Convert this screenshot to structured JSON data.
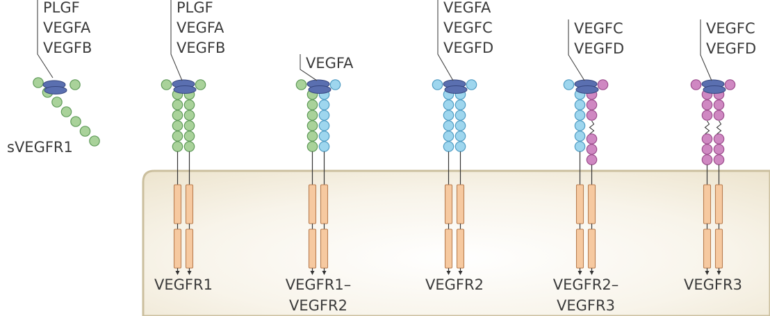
{
  "colors": {
    "green": "#a9d29a",
    "green_stroke": "#5f9a59",
    "blue": "#9ed6ee",
    "blue_stroke": "#4f9cc3",
    "pink": "#cf88c2",
    "pink_stroke": "#9b4c8c",
    "ligand": "#5a6fb0",
    "ligand_stroke": "#36467e",
    "tk": "#f6c9a0",
    "tk_stroke": "#b97d4f",
    "membrane": "#efe7d6",
    "membrane_stroke": "#cbbf9e",
    "text": "#3a3a3a"
  },
  "receptors": [
    {
      "id": "svegfr1",
      "name": "sVEGFR1",
      "ligands": [
        "PLGF",
        "VEGFA",
        "VEGFB"
      ],
      "chains": [
        "green"
      ],
      "soluble": true
    },
    {
      "id": "vegfr1",
      "name": "VEGFR1",
      "ligands": [
        "PLGF",
        "VEGFA",
        "VEGFB"
      ],
      "chains": [
        "green",
        "green"
      ],
      "soluble": false
    },
    {
      "id": "vegfr1-vegfr2",
      "name": "VEGFR1–\nVEGFR2",
      "ligands": [
        "VEGFA"
      ],
      "chains": [
        "green",
        "blue"
      ],
      "soluble": false
    },
    {
      "id": "vegfr2",
      "name": "VEGFR2",
      "ligands": [
        "VEGFA",
        "VEGFC",
        "VEGFD"
      ],
      "chains": [
        "blue",
        "blue"
      ],
      "soluble": false
    },
    {
      "id": "vegfr2-vegfr3",
      "name": "VEGFR2–\nVEGFR3",
      "ligands": [
        "VEGFC",
        "VEGFD"
      ],
      "chains": [
        "blue",
        "pink"
      ],
      "soluble": false
    },
    {
      "id": "vegfr3",
      "name": "VEGFR3",
      "ligands": [
        "VEGFC",
        "VEGFD"
      ],
      "chains": [
        "pink",
        "pink"
      ],
      "soluble": false
    }
  ]
}
